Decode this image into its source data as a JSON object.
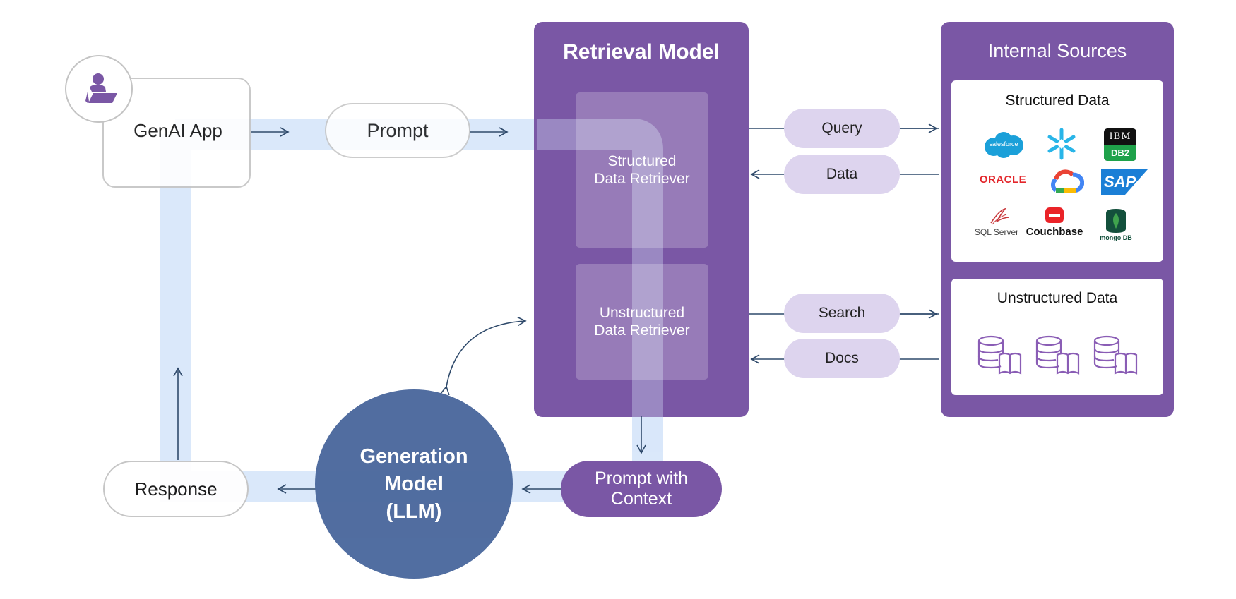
{
  "genai_app": {
    "label": "GenAI App"
  },
  "prompt": {
    "label": "Prompt"
  },
  "response": {
    "label": "Response"
  },
  "generation_model": {
    "line1": "Generation",
    "line2": "Model",
    "line3": "(LLM)"
  },
  "prompt_with_context": {
    "line1": "Prompt with",
    "line2": "Context"
  },
  "retrieval_model": {
    "title": "Retrieval Model",
    "structured": {
      "line1": "Structured",
      "line2": "Data Retriever"
    },
    "unstructured": {
      "line1": "Unstructured",
      "line2": "Data Retriever"
    }
  },
  "flows": {
    "query": "Query",
    "data": "Data",
    "search": "Search",
    "docs": "Docs"
  },
  "internal_sources": {
    "title": "Internal Sources",
    "structured_title": "Structured Data",
    "unstructured_title": "Unstructured Data",
    "logos": {
      "salesforce": "salesforce",
      "ibm": "IBM",
      "db2": "DB2",
      "oracle": "ORACLE",
      "sap": "SAP",
      "sqlserver": "SQL Server",
      "couchbase": "Couchbase",
      "mongodb": "mongo DB"
    }
  },
  "colors": {
    "purple": "#7a57a5",
    "lavender": "#ddd4ee",
    "light_blue": "#d6e6f9",
    "navy": "#4e6b9f",
    "arrow": "#2f4a6b"
  }
}
